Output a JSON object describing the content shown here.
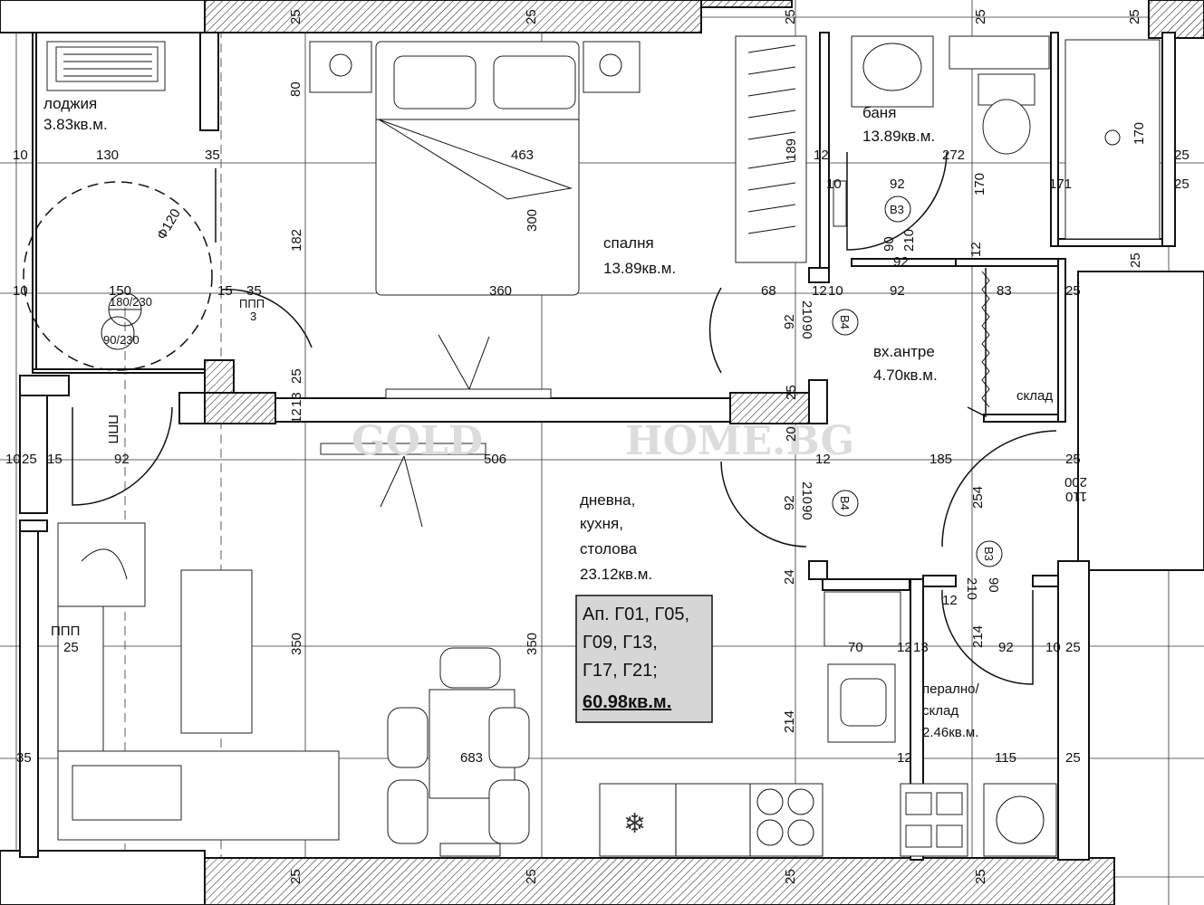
{
  "rooms": {
    "loggia": {
      "name": "лоджия",
      "area": "3.83кв.м."
    },
    "bathroom": {
      "name": "баня",
      "area": "13.89кв.м."
    },
    "bedroom": {
      "name": "спалня",
      "area": "13.89кв.м."
    },
    "entrance": {
      "name": "вх.антре",
      "area": "4.70кв.м."
    },
    "storage_small": {
      "name": "склад"
    },
    "living": {
      "line1": "дневна,",
      "line2": "кухня,",
      "line3": "столова",
      "area": "23.12кв.м."
    },
    "laundry": {
      "line1": "перално/",
      "line2": "склад",
      "area": "2.46кв.м."
    }
  },
  "info_box": {
    "line1": "Ап. Г01, Г05,",
    "line2": "Г09, Г13,",
    "line3": "Г17, Г21;",
    "total": "60.98кв.м."
  },
  "watermark": {
    "left": "GOLD",
    "right": "HOME.BG"
  },
  "door_tags": {
    "b3": "B3",
    "b4": "B4"
  },
  "dimensions": {
    "d25": "25",
    "d80": "80",
    "d10": "10",
    "d130": "130",
    "d35": "35",
    "d463": "463",
    "d189": "189",
    "d12": "12",
    "d272": "272",
    "d170": "170",
    "d92": "92",
    "d171": "171",
    "d300": "300",
    "d182": "182",
    "d210": "210",
    "d90": "90",
    "d150": "150",
    "d15": "15",
    "d360": "360",
    "d68": "68",
    "d83": "83",
    "d120": "Ф120",
    "d180_230": "180/230",
    "d90_230": "90/230",
    "d13": "13",
    "d20": "20",
    "d506": "506",
    "d185": "185",
    "d254": "254",
    "d200": "200",
    "d110": "110",
    "d24": "24",
    "d70": "70",
    "d214": "214",
    "d350": "350",
    "d683": "683",
    "d115": "115",
    "d3": "3",
    "ppp": "ППП"
  }
}
